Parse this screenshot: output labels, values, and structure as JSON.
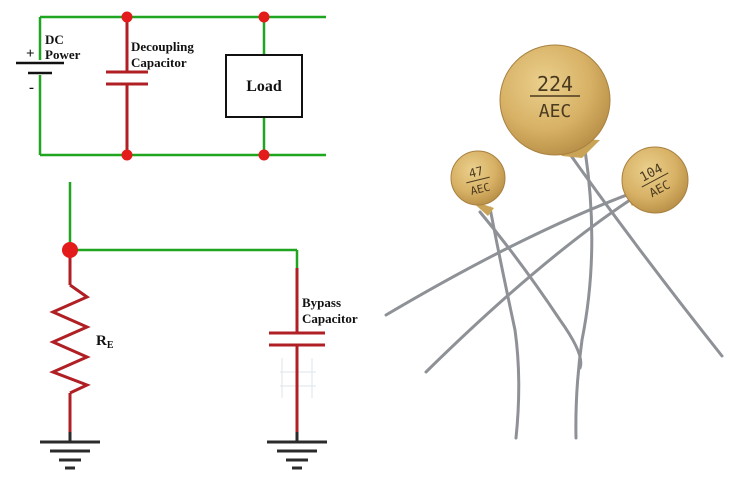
{
  "labels": {
    "dc_plus": "+",
    "dc_minus": "-",
    "dc_line1": "DC",
    "dc_line2": "Power",
    "decoupling_line1": "Decoupling",
    "decoupling_line2": "Capacitor",
    "load": "Load",
    "re_main": "R",
    "re_sub": "E",
    "bypass_line1": "Bypass",
    "bypass_line2": "Capacitor"
  },
  "photo": {
    "cap_large_line1": "224",
    "cap_large_line2": "AEC",
    "cap_small_line1": "47",
    "cap_small_line2": "AEC",
    "cap_right_line1": "104",
    "cap_right_line2": "AEC"
  },
  "colors": {
    "wire": "#1fa51f",
    "component": "#b01f24",
    "node": "#e31b1b",
    "ground": "#2b2b2b",
    "capacitor_body": "#d9b76a",
    "lead": "#8e9196"
  }
}
